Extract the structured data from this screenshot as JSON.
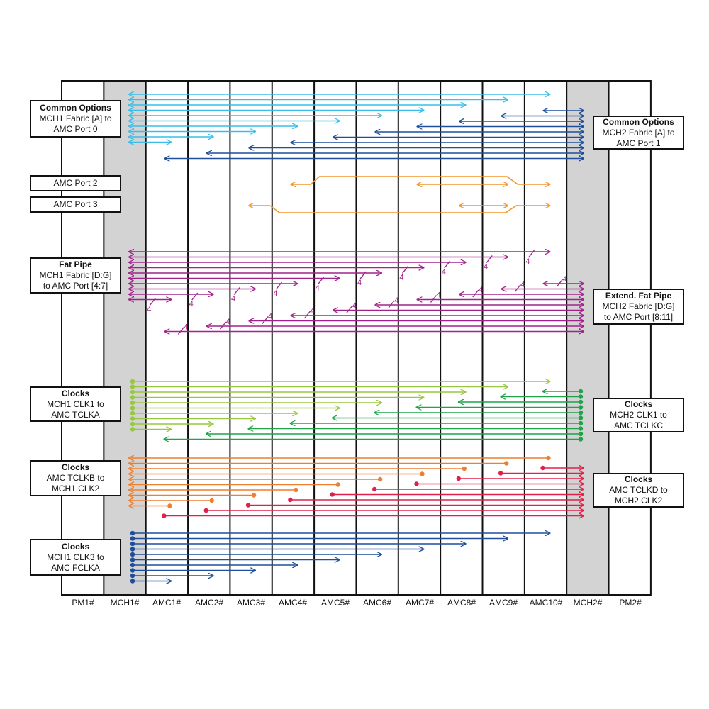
{
  "slots": [
    "PM1#",
    "MCH1#",
    "AMC1#",
    "AMC2#",
    "AMC3#",
    "AMC4#",
    "AMC5#",
    "AMC6#",
    "AMC7#",
    "AMC8#",
    "AMC9#",
    "AMC10#",
    "MCH2#",
    "PM2#"
  ],
  "colors": {
    "common_left": "#3bbde8",
    "common_right": "#1f4e9a",
    "amc_port": "#f0952c",
    "fat_pipe": "#a2228c",
    "clk1_left": "#99c742",
    "clk1_right": "#1ea34a",
    "tclkb": "#ee7f2e",
    "tclkd": "#e0204a",
    "fclka": "#1f4e9a",
    "shaded": "#d3d3d3"
  },
  "labels": {
    "common_left": {
      "title": "Common Options",
      "line1": "MCH1 Fabric [A] to",
      "line2": "AMC Port 0"
    },
    "common_right": {
      "title": "Common Options",
      "line1": "MCH2 Fabric [A] to",
      "line2": "AMC Port 1"
    },
    "amc_port2": {
      "line1": "AMC Port 2"
    },
    "amc_port3": {
      "line1": "AMC Port 3"
    },
    "fat_pipe": {
      "title": "Fat Pipe",
      "line1": "MCH1 Fabric [D:G]",
      "line2": "to AMC Port [4:7]"
    },
    "ext_fat_pipe": {
      "title": "Extend. Fat Pipe",
      "line1": "MCH2 Fabric [D:G]",
      "line2": "to AMC Port [8:11]"
    },
    "clk1_left": {
      "title": "Clocks",
      "line1": "MCH1 CLK1 to",
      "line2": "AMC TCLKA"
    },
    "clk1_right": {
      "title": "Clocks",
      "line1": "MCH2 CLK1 to",
      "line2": "AMC TCLKC"
    },
    "tclkb": {
      "title": "Clocks",
      "line1": "AMC TCLKB to",
      "line2": "MCH1 CLK2"
    },
    "tclkd": {
      "title": "Clocks",
      "line1": "AMC TCLKD to",
      "line2": "MCH2 CLK2"
    },
    "fclka": {
      "title": "Clocks",
      "line1": "MCH1 CLK3 to",
      "line2": "AMC FCLKA"
    }
  },
  "bus_width": "4"
}
